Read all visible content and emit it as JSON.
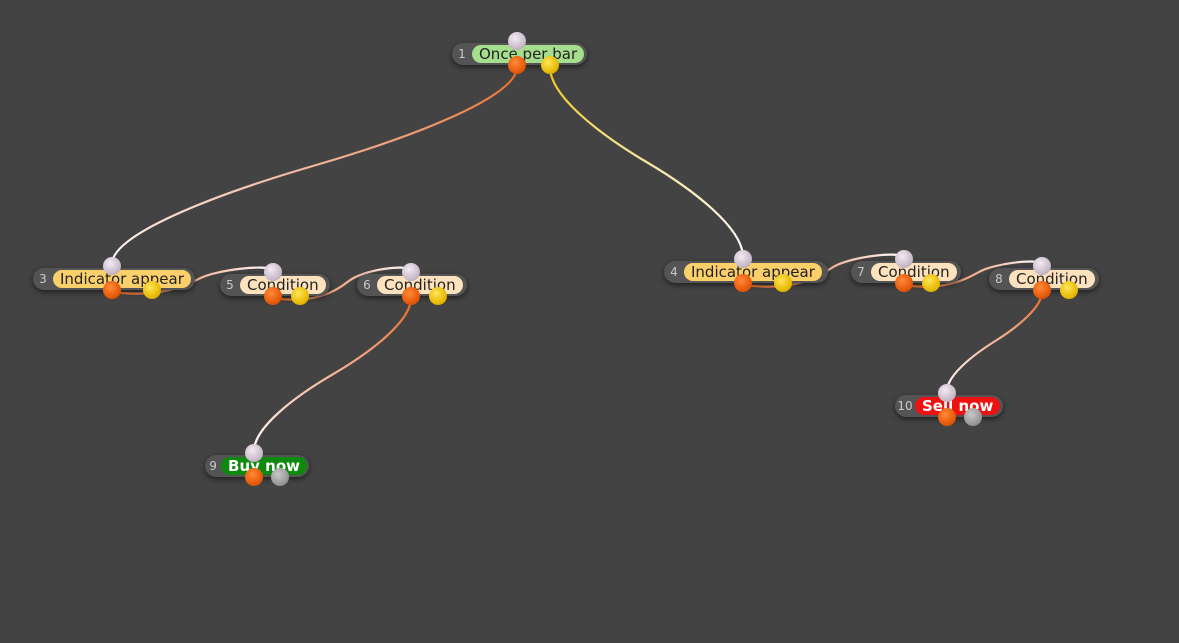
{
  "nodes": [
    {
      "id": 1,
      "num": "1",
      "label": "Once per bar",
      "style": "green"
    },
    {
      "id": 3,
      "num": "3",
      "label": "Indicator appear",
      "style": "yellow"
    },
    {
      "id": 5,
      "num": "5",
      "label": "Condition",
      "style": "peach"
    },
    {
      "id": 6,
      "num": "6",
      "label": "Condition",
      "style": "peach"
    },
    {
      "id": 9,
      "num": "9",
      "label": "Buy now",
      "style": "buy"
    },
    {
      "id": 4,
      "num": "4",
      "label": "Indicator appear",
      "style": "yellow"
    },
    {
      "id": 7,
      "num": "7",
      "label": "Condition",
      "style": "peach"
    },
    {
      "id": 8,
      "num": "8",
      "label": "Condition",
      "style": "peach"
    },
    {
      "id": 10,
      "num": "10",
      "label": "Sell now",
      "style": "sell"
    }
  ],
  "edges": [
    {
      "from": 1,
      "port": "out-a",
      "to": 3
    },
    {
      "from": 1,
      "port": "out-b",
      "to": 4
    },
    {
      "from": 3,
      "port": "out-a",
      "to": 5
    },
    {
      "from": 5,
      "port": "out-a",
      "to": 6
    },
    {
      "from": 6,
      "port": "out-a",
      "to": 9
    },
    {
      "from": 4,
      "port": "out-a",
      "to": 7
    },
    {
      "from": 7,
      "port": "out-a",
      "to": 8
    },
    {
      "from": 8,
      "port": "out-a",
      "to": 10
    }
  ],
  "colors": {
    "background": "#434343",
    "out_a": "#e65a0a",
    "out_b": "#e8bb05",
    "in": "#cbbccb",
    "wire_light": "#f5e6e0"
  }
}
